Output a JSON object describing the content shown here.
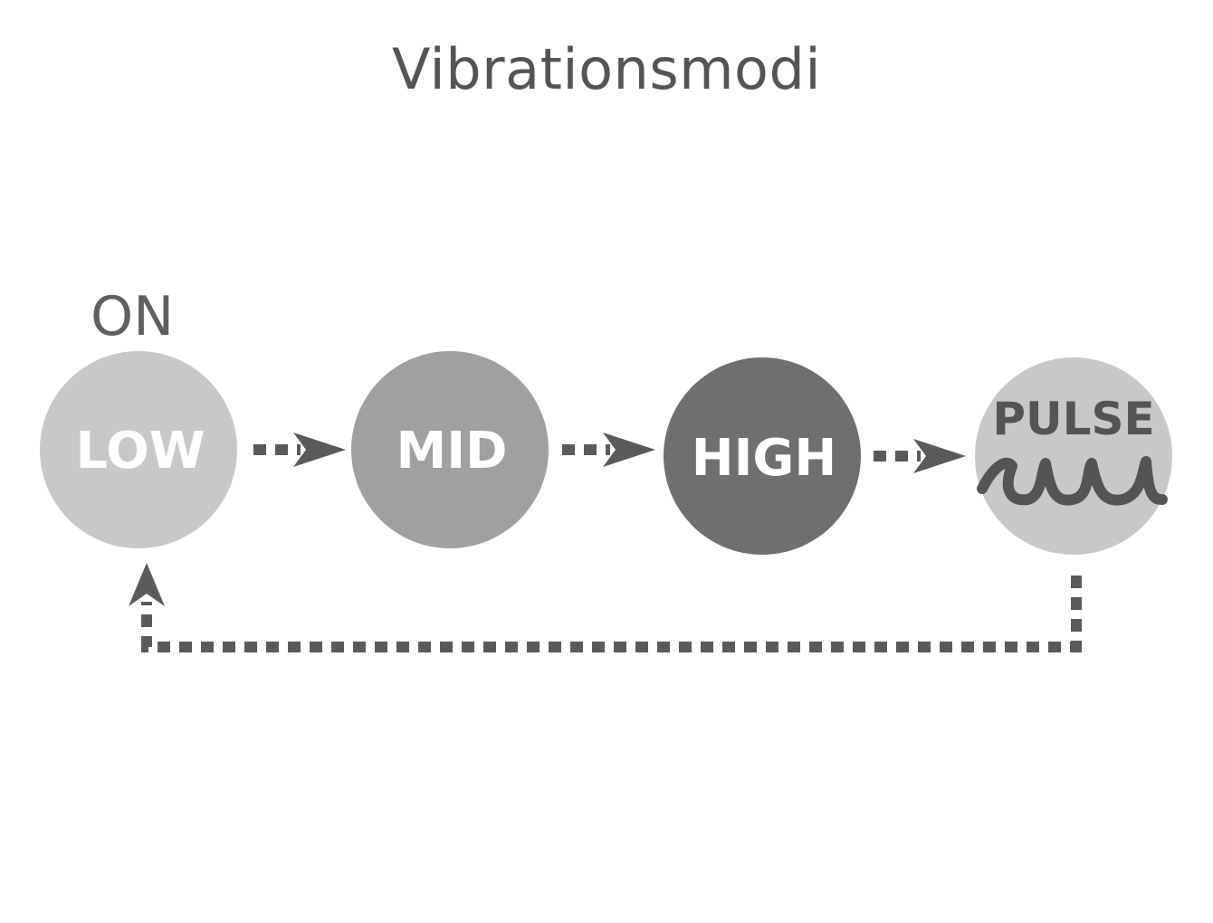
{
  "title": "Vibrationsmodi",
  "start_label": "ON",
  "modes": [
    {
      "label": "LOW",
      "fill": "#c8c8c9",
      "text_color": "#ffffff"
    },
    {
      "label": "MID",
      "fill": "#a0a0a1",
      "text_color": "#ffffff"
    },
    {
      "label": "HIGH",
      "fill": "#706f70",
      "text_color": "#ffffff"
    },
    {
      "label": "PULSE",
      "fill": "#c8c8c9",
      "text_color": "#555455",
      "icon": "wave-icon"
    }
  ],
  "connector_color": "#5a595b"
}
